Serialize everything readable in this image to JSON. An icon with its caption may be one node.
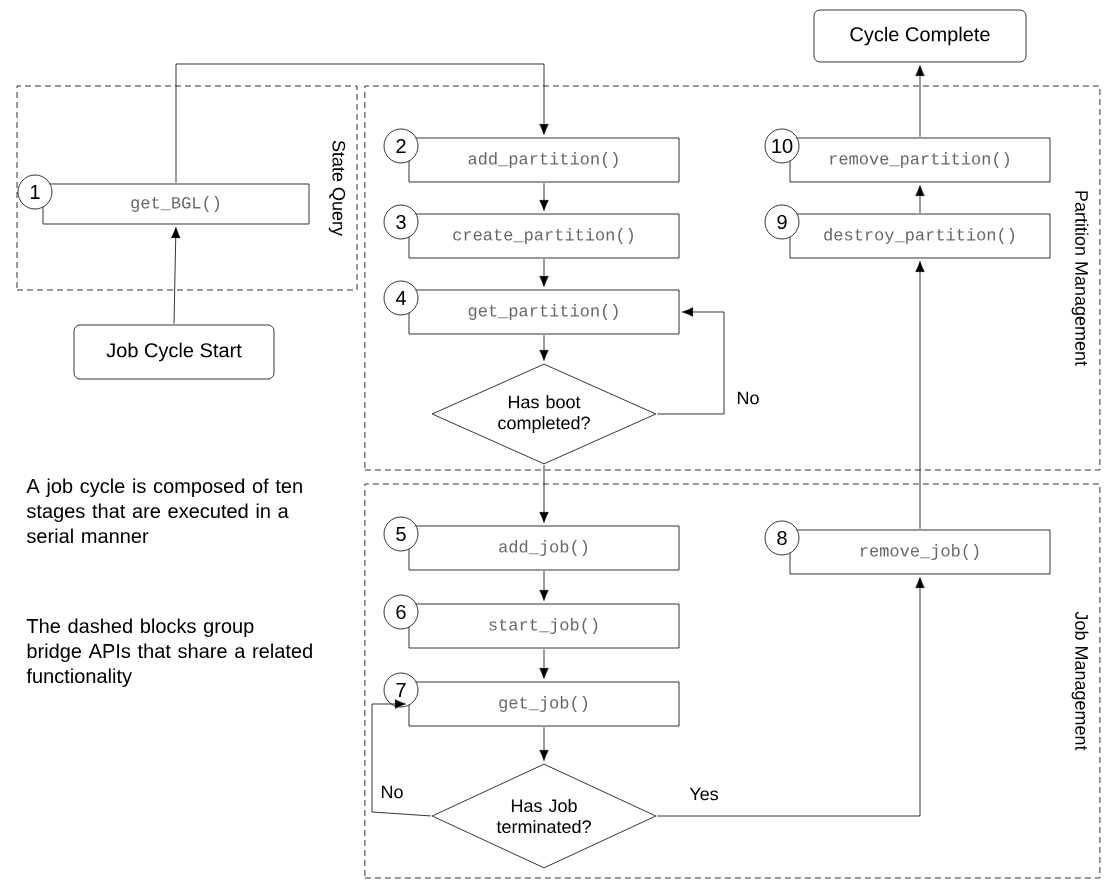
{
  "diagram": {
    "nodes": [
      {
        "text": [
          "State Query"
        ]
      },
      {
        "text": [
          "get_BGL()"
        ],
        "in": 0,
        "beside": [
          "1"
        ]
      },
      {
        "text": [
          "Job Cycle Start"
        ]
      },
      {
        "text": [
          "Partition Management"
        ]
      },
      {
        "text": [
          "add_partition()"
        ],
        "in": 3,
        "beside": [
          "2"
        ]
      },
      {
        "text": [
          "create_partition()"
        ],
        "in": 3,
        "beside": [
          "3"
        ]
      },
      {
        "text": [
          "get_partition()"
        ],
        "in": 3,
        "beside": [
          "4"
        ]
      },
      {
        "text": [
          "Has boot completed?"
        ],
        "in": 3
      },
      {
        "text": [
          "remove_partition()"
        ],
        "in": 3,
        "beside": [
          "10"
        ]
      },
      {
        "text": [
          "destroy_partition()"
        ],
        "in": 3,
        "beside": [
          "9"
        ]
      },
      {
        "text": [
          "Cycle Complete"
        ]
      },
      {
        "text": [
          "Job Management"
        ]
      },
      {
        "text": [
          "add_job()"
        ],
        "in": 11,
        "beside": [
          "5"
        ]
      },
      {
        "text": [
          "start_job()"
        ],
        "in": 11,
        "beside": [
          "6"
        ]
      },
      {
        "text": [
          "get_job()"
        ],
        "in": 11,
        "beside": [
          "7"
        ]
      },
      {
        "text": [
          "Has Job terminated?"
        ],
        "in": 11
      },
      {
        "text": [
          "remove_job()"
        ],
        "in": 11,
        "beside": [
          "8"
        ]
      }
    ],
    "edges": [
      {
        "from": 2,
        "to": 1,
        "arrow": "to"
      },
      {
        "from": 1,
        "to": 4,
        "arrow": "to"
      },
      {
        "from": 4,
        "to": 5,
        "arrow": "to"
      },
      {
        "from": 5,
        "to": 6,
        "arrow": "to"
      },
      {
        "from": 6,
        "to": 7,
        "arrow": "to"
      },
      {
        "from": 7,
        "to": 6,
        "arrow": "to",
        "label": "No"
      },
      {
        "from": 7,
        "to": 12,
        "arrow": "to"
      },
      {
        "from": 12,
        "to": 13,
        "arrow": "to"
      },
      {
        "from": 13,
        "to": 14,
        "arrow": "to"
      },
      {
        "from": 14,
        "to": 15,
        "arrow": "to"
      },
      {
        "from": 15,
        "to": 14,
        "arrow": "to",
        "label": "No"
      },
      {
        "from": 15,
        "to": 16,
        "arrow": "to",
        "label": "Yes"
      },
      {
        "from": 16,
        "to": 9,
        "arrow": "to"
      },
      {
        "from": 9,
        "to": 8,
        "arrow": "to"
      },
      {
        "from": 8,
        "to": 10,
        "arrow": "to"
      }
    ],
    "labels": [
      "A job cycle is composed of ten stages that are executed in a serial manner",
      "The dashed blocks group bridge APIs that share a related functionality"
    ]
  }
}
